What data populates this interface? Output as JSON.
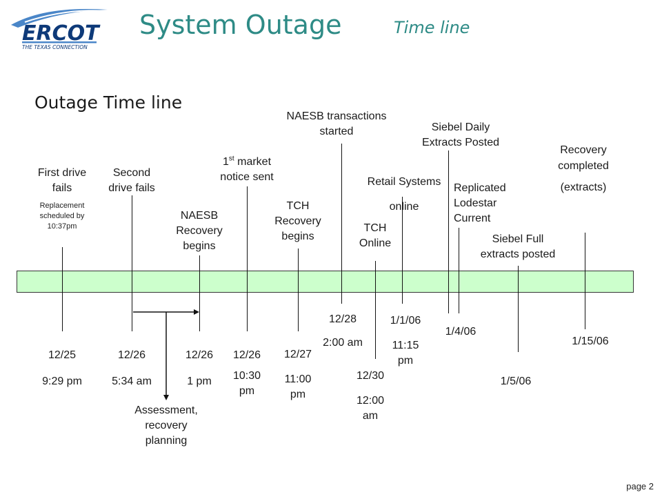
{
  "logo": {
    "name": "ERCOT",
    "tagline": "THE TEXAS CONNECTION",
    "colors": {
      "swoosh": "#4a86c8",
      "text": "#0e3a79",
      "bar": "#4a86c8"
    }
  },
  "header": {
    "title": "System Outage",
    "subtitle": "Time line"
  },
  "section_title": "Outage Time line",
  "colors": {
    "bar_fill": "#ccffcc",
    "title": "#2e8b86"
  },
  "events": {
    "first_drive": {
      "label": [
        "First drive",
        "fails"
      ],
      "note": [
        "Replacement",
        "scheduled by",
        "10:37pm"
      ],
      "date": "12/25",
      "time": "9:29 pm"
    },
    "second_drive": {
      "label": [
        "Second",
        "drive fails"
      ],
      "date": "12/26",
      "time": "5:34 am"
    },
    "naesb_recovery": {
      "label": [
        "NAESB",
        "Recovery",
        "begins"
      ],
      "date": "12/26",
      "time": "1 pm"
    },
    "market_notice": {
      "label_prefix": "1",
      "label_sup": "st",
      "label_rest": " market",
      "label_line2": "notice sent",
      "date": "12/26",
      "time": [
        "10:30",
        "pm"
      ]
    },
    "tch_recovery": {
      "label": [
        "TCH",
        "Recovery",
        "begins"
      ],
      "date": "12/27",
      "time": [
        "11:00",
        "pm"
      ]
    },
    "naesb_transactions": {
      "label": [
        "NAESB transactions",
        "started"
      ],
      "date": "12/28",
      "time": "2:00 am"
    },
    "tch_online": {
      "label": [
        "TCH",
        "Online"
      ],
      "date": "12/30",
      "time": [
        "12:00",
        "am"
      ]
    },
    "retail_systems": {
      "label": [
        "Retail Systems",
        "online"
      ],
      "date": "1/1/06",
      "time": [
        "11:15",
        "pm"
      ]
    },
    "siebel_daily": {
      "label": [
        "Siebel Daily",
        "Extracts Posted"
      ]
    },
    "replicated_lodestar": {
      "label": [
        "Replicated",
        "Lodestar",
        "Current"
      ],
      "date": "1/4/06"
    },
    "siebel_full": {
      "label": [
        "Siebel Full",
        "extracts posted"
      ],
      "date": "1/5/06"
    },
    "recovery_completed": {
      "label": [
        "Recovery",
        "completed",
        "(extracts)"
      ],
      "date": "1/15/06"
    }
  },
  "assessment": {
    "label": [
      "Assessment,",
      "recovery",
      "planning"
    ]
  },
  "footer": {
    "page": "page 2"
  }
}
